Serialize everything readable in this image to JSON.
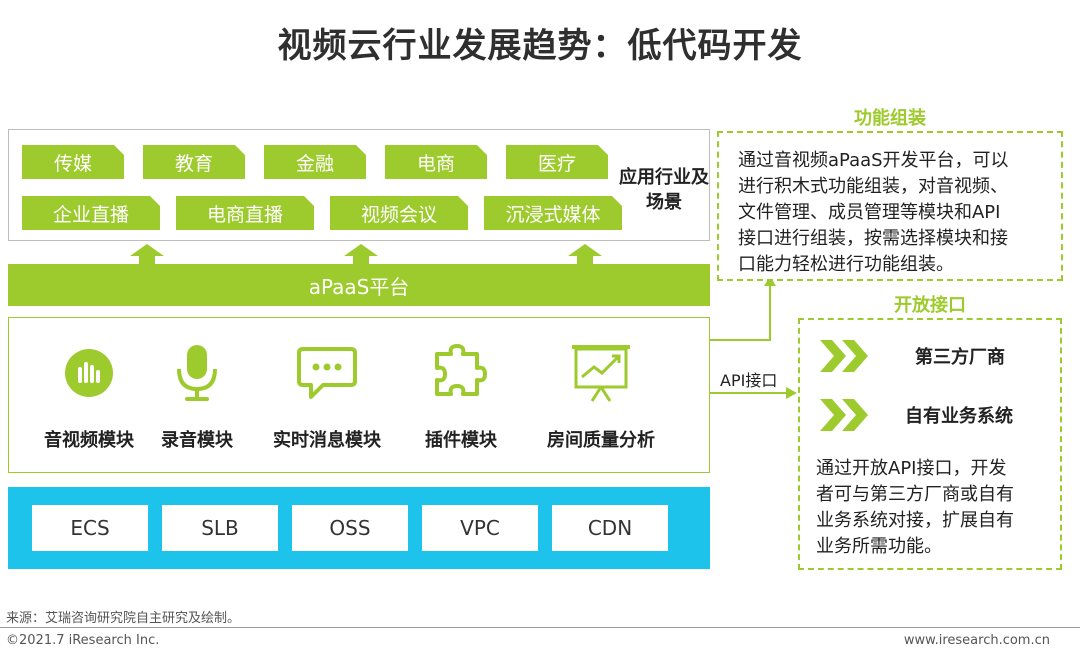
{
  "title": "视频云行业发展趋势：低代码开发",
  "applications": {
    "tags": [
      "传媒",
      "教育",
      "金融",
      "电商",
      "医疗",
      "企业直播",
      "电商直播",
      "视频会议",
      "沉浸式媒体"
    ],
    "label": "应用行业及场景"
  },
  "paas": {
    "label": "aPaaS平台"
  },
  "modules": [
    {
      "label": "音视频模块",
      "icon": "waveform-icon"
    },
    {
      "label": "录音模块",
      "icon": "microphone-icon"
    },
    {
      "label": "实时消息模块",
      "icon": "chat-bubble-icon"
    },
    {
      "label": "插件模块",
      "icon": "puzzle-icon"
    },
    {
      "label": "房间质量分析",
      "icon": "trend-chart-icon"
    }
  ],
  "infrastructure": [
    "ECS",
    "SLB",
    "OSS",
    "VPC",
    "CDN"
  ],
  "api_label": "API接口",
  "function_assembly": {
    "title": "功能组装",
    "description": [
      "通过音视频aPaaS开发平台，可以",
      "进行积木式功能组装，对音视频、",
      "文件管理、成员管理等模块和API",
      "接口进行组装，按需选择模块和接",
      "口能力轻松进行功能组装。"
    ]
  },
  "open_api": {
    "title": "开放接口",
    "items": [
      "第三方厂商",
      "自有业务系统"
    ],
    "description": [
      "通过开放API接口，开发",
      "者可与第三方厂商或自有",
      "业务系统对接，扩展自有",
      "业务所需功能。"
    ]
  },
  "footer": {
    "source": "来源：艾瑞咨询研究院自主研究及绘制。",
    "copyright": "©2021.7 iResearch Inc.",
    "website": "www.iresearch.com.cn"
  },
  "colors": {
    "accent_green": "#9dcb2d",
    "infra_blue": "#1ec3ec"
  }
}
